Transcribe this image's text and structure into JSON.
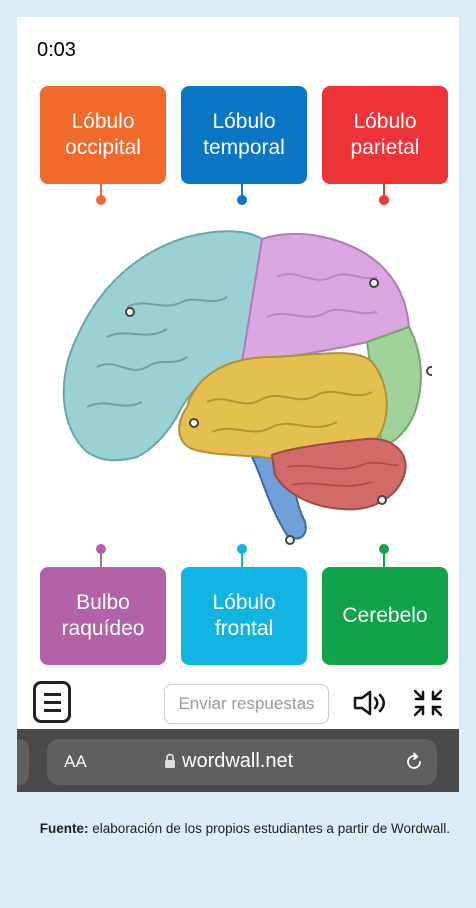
{
  "timer": "0:03",
  "tiles_top": [
    {
      "label": "Lóbulo\noccipital",
      "color": "#f26a2b",
      "pin_color": "#f26a2b"
    },
    {
      "label": "Lóbulo\ntemporal",
      "color": "#0b76c4",
      "pin_color": "#0b76c4"
    },
    {
      "label": "Lóbulo\nparietal",
      "color": "#ee3437",
      "pin_color": "#ee3437"
    }
  ],
  "tiles_bottom": [
    {
      "label": "Bulbo\nraquídeo",
      "color": "#b361a8",
      "pin_color": "#b361a8"
    },
    {
      "label": "Lóbulo\nfrontal",
      "color": "#0fb4e3",
      "pin_color": "#0fb4e3"
    },
    {
      "label": "Cerebelo",
      "color": "#10a34a",
      "pin_color": "#10a34a"
    }
  ],
  "toolbar": {
    "menu_icon": "hamburger-icon",
    "submit_label": "Enviar respuestas",
    "sound_icon": "speaker-icon",
    "fullscreen_icon": "exit-fullscreen-icon"
  },
  "browser": {
    "text_size_label": "AA",
    "url": "wordwall.net",
    "lock_icon": "lock-icon",
    "reload_icon": "reload-icon"
  },
  "caption": {
    "label": "Fuente:",
    "text": " elaboración de los propios estudiantes a partir de Wordwall."
  }
}
